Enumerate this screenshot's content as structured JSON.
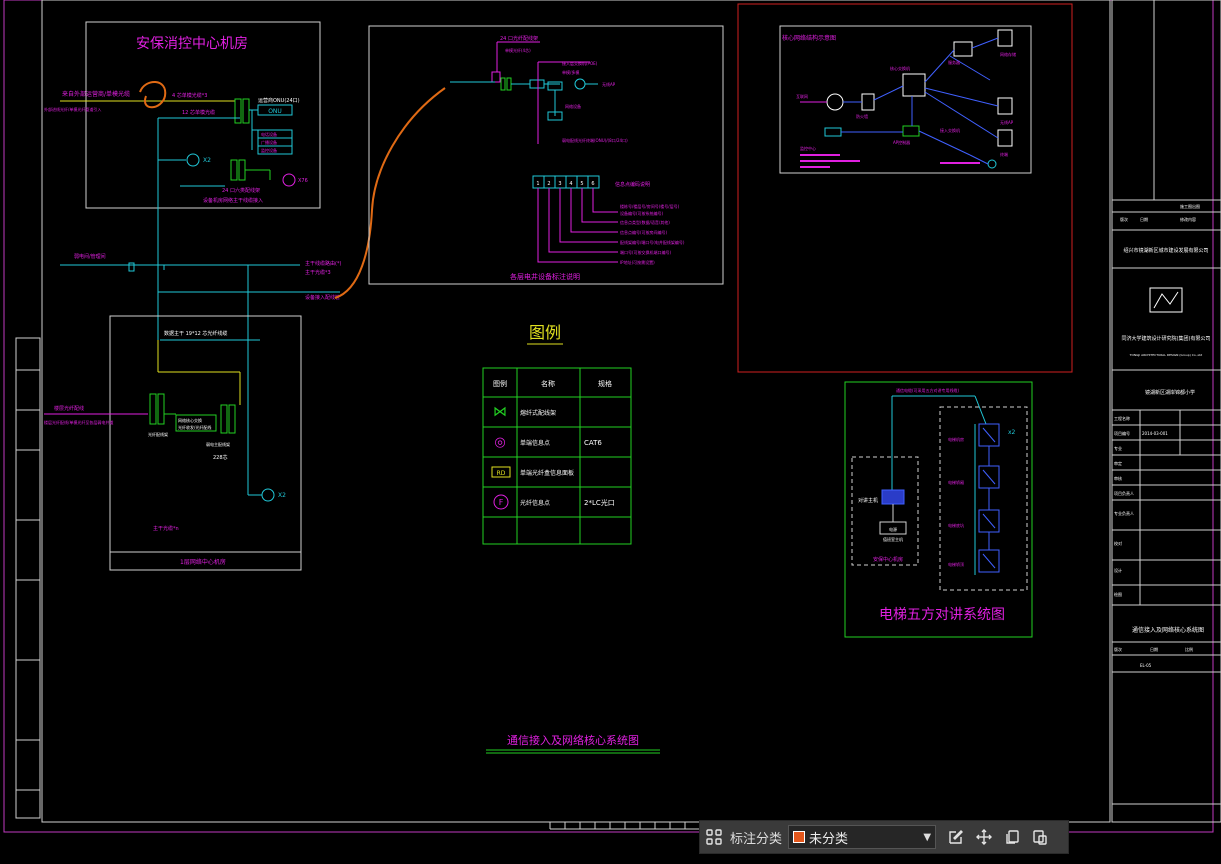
{
  "colors": {
    "border": "#c03ac0",
    "frame": "#d0d0d0",
    "green": "#22d022",
    "cyan": "#20c8d8",
    "yellow": "#e0e020",
    "magenta": "#e020e0",
    "orange": "#e06a14",
    "red": "#d02020",
    "white": "#ffffff",
    "blue": "#4060ff"
  },
  "panels": {
    "security_room": {
      "title": "安保消控中心机房"
    },
    "equipment_notes": {
      "title": "各层电井设备标注说明"
    },
    "network_core": {
      "title": "核心网络结构示意图"
    },
    "legend": {
      "title": "图例",
      "headers": [
        "图例",
        "名称",
        "规格"
      ],
      "rows": [
        {
          "symbol": "⋈",
          "name": "熔纤式配线架",
          "spec": ""
        },
        {
          "symbol": "◎",
          "name": "单端信息点",
          "spec": "CAT6"
        },
        {
          "symbol": "RD",
          "name": "单端光纤盒信息面板",
          "spec": ""
        },
        {
          "symbol": "F",
          "name": "光纤信息点",
          "spec": "2*LC光口"
        }
      ]
    },
    "elevator": {
      "title": "电梯五方对讲系统图"
    },
    "main_title": "通信接入及网络核心系统图"
  },
  "labels": {
    "left_fiber_in": "来自外部运营商/单模光缆",
    "left_small": "外部进线光纤/单模光纤管道引入",
    "core_count": "4 芯单模光缆*3",
    "cable_12": "12 芯单模光缆",
    "onu_label": "运营商ONU(24口)",
    "onu_short": "ONU",
    "tel_dev_1": "电话设备",
    "tel_dev_2": "广播设备",
    "tel_dev_3": "监控设备",
    "x2_top": "X2",
    "x76": "X76",
    "room_note": "设备机房网络主干线缆接入",
    "patch": "24 口六类配线架",
    "dist_note": "弱电间/管理间",
    "mid_pipe": "主干线缆路由(*)",
    "mid_pipe2": "主干光缆*3",
    "mid_pipe3": "设备接入配线管",
    "weak_room_title": "1层网络中心机房",
    "weak_room_cable": "数据主干 19*12 芯光纤线缆",
    "weak_in": "楼层光纤配线",
    "weak_in2": "楼层光纤配线/单模光纤至各层弱电井道",
    "wk_dev_1": "网络核心交换",
    "wk_dev_2": "光纤收发/光纤配线",
    "wk_rack": "光纤配线架",
    "wk_main": "弱电主配线架",
    "wk_228": "228芯",
    "wk_x2": "X2",
    "wk_note": "主干光缆*n",
    "equip_top": "24 口光纤配线架",
    "equip_sub": "单模光纤(4芯)",
    "equip_a": "接入层交换机(POE)",
    "equip_b": "单模/多模",
    "equip_c": "网络设备",
    "equip_d": "弱电配线光纤终端(ONU)/(8口/24口)",
    "ap_label": "无线AP",
    "equip_keys": [
      "1",
      "2",
      "3",
      "4",
      "5",
      "6"
    ],
    "equip_note_title": "信息点编码说明",
    "equip_notes": [
      "楼栋号/楼层号/房间号(楼号/层号)",
      "设备编号(可按系统编号)",
      "信息点类型(数据/语音/其他)",
      "信息点编号(可按房间编号)",
      "配线架编号/端口号(电井配线架编号)",
      "端口号(可按交换机端口编号)",
      "IP地址(可按需设置)"
    ],
    "net_nodes": [
      "互联网",
      "防火墙",
      "核心交换机",
      "服务器",
      "AP控制器",
      "接入交换机",
      "网络存储",
      "无线AP",
      "终端",
      "监控中心"
    ],
    "elev_top": "通信电缆(可采用五方对讲专用线缆)",
    "elev_room": "对讲主机",
    "elev_box": "电源",
    "elev_box2": "值班室主机",
    "elev_center": "安保中心机房",
    "elev_floors": [
      "电梯机房",
      "电梯轿厢",
      "电梯底坑",
      "电梯轿顶"
    ],
    "elev_x2": "x2"
  },
  "title_block": {
    "rev_headers": [
      "版次",
      "日期",
      "修改内容"
    ],
    "rev_first": "施工图出图",
    "owner": "绍兴市镜湖新区城市建设发展有限公司",
    "company_logo": "同济大学建筑设计研究院(集团)有限公司",
    "company_en": "TONGJI ARCHITECTURAL DESIGN (Group) Co.,Ltd",
    "project": "镜湖新区湖岸锦都小学",
    "drawing_name": "通信接入及网络核心系统图",
    "rows": [
      "工程名称",
      "项目编号",
      "专业",
      "审定",
      "审核",
      "项目负责人",
      "专业负责人",
      "校对",
      "设计",
      "绘图"
    ],
    "codes": [
      "2014-03-001",
      "版次",
      "日期",
      "比例"
    ],
    "sheet_no": "EL-05"
  },
  "toolbar": {
    "label": "标注分类",
    "selected": "未分类"
  }
}
